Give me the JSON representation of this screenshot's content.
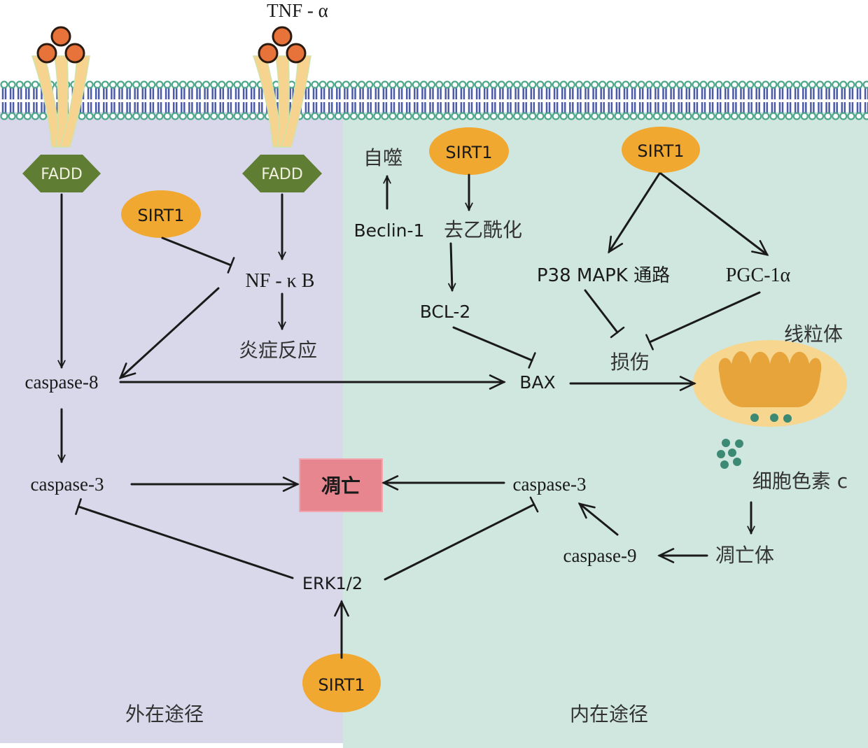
{
  "colors": {
    "extrinsic_bg": "#d8d8ea",
    "intrinsic_bg": "#d0e7df",
    "membrane_head": "#4fa78b",
    "membrane_tail": "#4b5ba8",
    "sirt1_fill": "#f0a830",
    "fadd_fill": "#5f7d33",
    "ligand_fill": "#e8733a",
    "receptor_fill": "#f6d38e",
    "apoptosis_fill": "#e8868f",
    "mito_outer": "#f7d68f",
    "mito_inner": "#e6a43a",
    "cytc_dot": "#3d8a74"
  },
  "labels": {
    "tnf_alpha": "TNF - α",
    "fadd_left": "FADD",
    "fadd_right": "FADD",
    "sirt1_nfkb": "SIRT1",
    "nfkb": "NF - κ B",
    "inflammation": "炎症反应",
    "caspase8": "caspase-8",
    "caspase3_left": "caspase-3",
    "apoptosis": "凋亡",
    "erk": "ERK1/2",
    "sirt1_erk": "SIRT1",
    "extrinsic_pathway": "外在途径",
    "autophagy": "自噬",
    "sirt1_deacetyl": "SIRT1",
    "beclin1": "Beclin-1",
    "deacetylation": "去乙酰化",
    "bcl2": "BCL-2",
    "bax": "BAX",
    "sirt1_mito": "SIRT1",
    "p38": "P38 MAPK 通路",
    "pgc1a": "PGC-1α",
    "damage": "损伤",
    "mitochondria": "线粒体",
    "cytochrome_c": "细胞色素 c",
    "apoptosome": "凋亡体",
    "caspase9": "caspase-9",
    "caspase3_right": "caspase-3",
    "intrinsic_pathway": "内在途径"
  },
  "edges": [
    {
      "from": "fadd_left",
      "to": "caspase8",
      "type": "activate"
    },
    {
      "from": "fadd_right",
      "to": "nfkb",
      "type": "activate"
    },
    {
      "from": "sirt1_nfkb",
      "to": "nfkb",
      "type": "inhibit"
    },
    {
      "from": "nfkb",
      "to": "inflammation",
      "type": "activate"
    },
    {
      "from": "nfkb",
      "to": "caspase8",
      "type": "activate"
    },
    {
      "from": "caspase8",
      "to": "bax",
      "type": "activate"
    },
    {
      "from": "caspase8",
      "to": "caspase3_left",
      "type": "activate"
    },
    {
      "from": "caspase3_left",
      "to": "apoptosis",
      "type": "activate"
    },
    {
      "from": "erk",
      "to": "caspase3_left",
      "type": "inhibit"
    },
    {
      "from": "erk",
      "to": "caspase3_right",
      "type": "inhibit"
    },
    {
      "from": "sirt1_erk",
      "to": "erk",
      "type": "activate"
    },
    {
      "from": "beclin1",
      "to": "autophagy",
      "type": "activate"
    },
    {
      "from": "sirt1_deacetyl",
      "to": "deacetylation",
      "type": "activate"
    },
    {
      "from": "deacetylation",
      "to": "bcl2",
      "type": "activate"
    },
    {
      "from": "bcl2",
      "to": "bax",
      "type": "inhibit"
    },
    {
      "from": "sirt1_mito",
      "to": "p38",
      "type": "activate"
    },
    {
      "from": "sirt1_mito",
      "to": "pgc1a",
      "type": "activate"
    },
    {
      "from": "p38",
      "to": "damage",
      "type": "inhibit"
    },
    {
      "from": "pgc1a",
      "to": "damage",
      "type": "inhibit"
    },
    {
      "from": "bax",
      "to": "mitochondria",
      "type": "activate"
    },
    {
      "from": "cytochrome_c",
      "to": "apoptosome",
      "type": "activate"
    },
    {
      "from": "apoptosome",
      "to": "caspase9",
      "type": "activate"
    },
    {
      "from": "caspase9",
      "to": "caspase3_right",
      "type": "activate"
    },
    {
      "from": "caspase3_right",
      "to": "apoptosis",
      "type": "activate"
    }
  ]
}
